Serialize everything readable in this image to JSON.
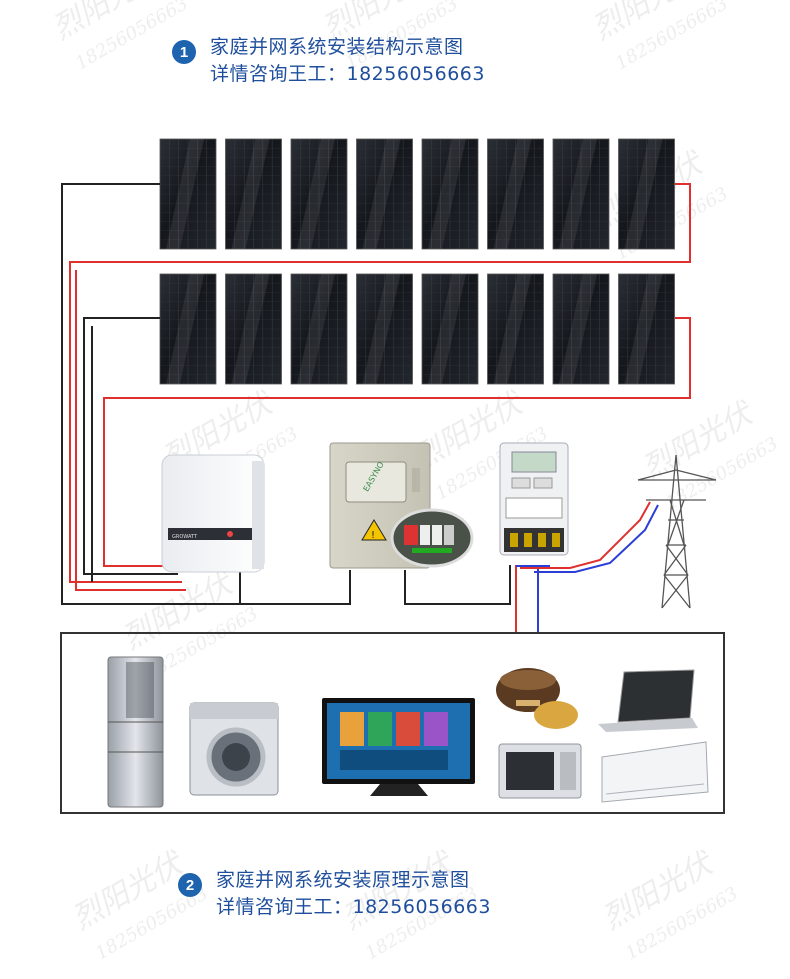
{
  "heading_1": {
    "number": "1",
    "title": "家庭并网系统安装结构示意图",
    "contact": "详情咨询王工：18256056663"
  },
  "heading_2": {
    "number": "2",
    "title": "家庭并网系统安装原理示意图",
    "contact": "详情咨询王工：18256056663"
  },
  "watermark": {
    "brand": "烈阳光伏",
    "phone": "18256056663"
  },
  "components": {
    "panel_rows": 2,
    "panels_per_row": 8,
    "inverter_label": "GROWATT",
    "combiner_label": "EASYNO",
    "appliances": [
      "refrigerator",
      "washing-machine",
      "television",
      "rice-cooker",
      "microwave",
      "laptop",
      "air-conditioner"
    ]
  },
  "colors": {
    "heading_blue": "#1f4f9c",
    "badge_blue": "#1d63ad",
    "wire_red": "#e0302e",
    "wire_black": "#222222",
    "wire_blue": "#2b3fd6"
  }
}
